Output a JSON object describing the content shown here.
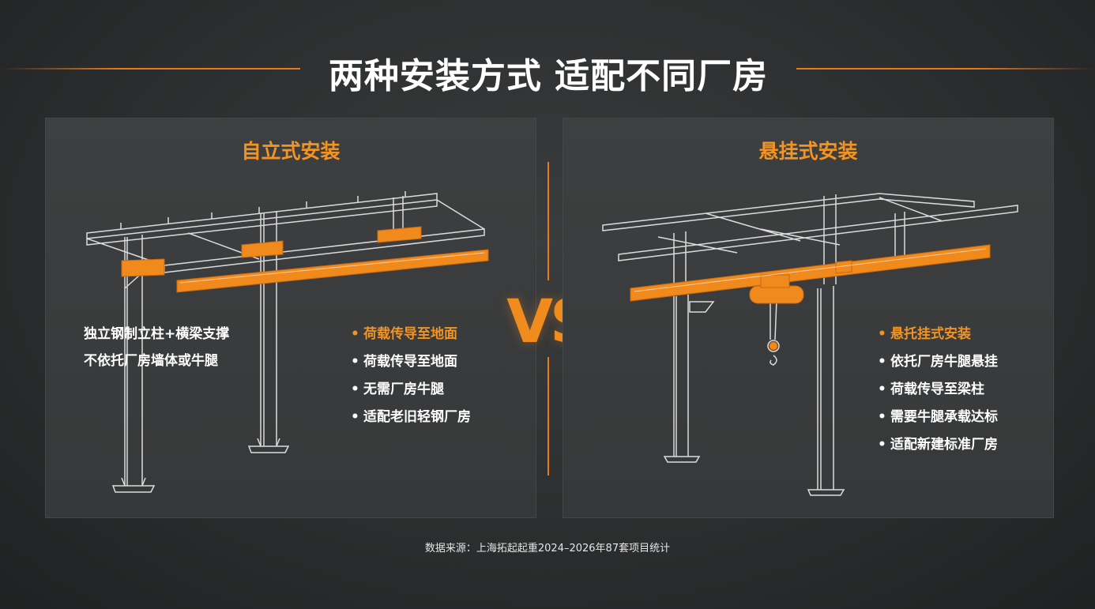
{
  "main_title": "两种安装方式 适配不同厂房",
  "left_panel": {
    "title": "自立式安装",
    "description": [
      "独立钢制立柱+横梁支撑",
      "不依托厂房墙体或牛腿"
    ],
    "bullets": [
      "荷载传导至地面",
      "荷载传导至地面",
      "无需厂房牛腿",
      "适配老旧轻钢厂房"
    ]
  },
  "vs_label": "VS",
  "right_panel": {
    "title": "悬挂式安装",
    "bullets": [
      "悬托挂式安装",
      "依托厂房牛腿悬挂",
      "荷载传导至梁柱",
      "需要牛腿承载达标",
      "适配新建标准厂房"
    ]
  },
  "source": "数据来源：上海拓起起重2024–2026年87套项目统计",
  "colors": {
    "accent": "#f39422",
    "panel": "#3a3c3d",
    "background": "#2c2e2f"
  }
}
